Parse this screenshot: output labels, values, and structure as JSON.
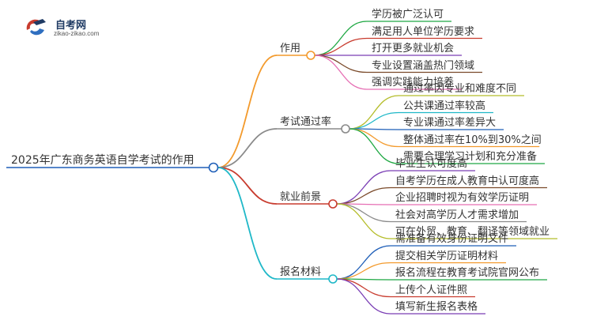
{
  "logo": {
    "title": "自考网",
    "subtitle": "zikao-zikao.com"
  },
  "mindmap": {
    "root": "2025年广东商务英语自学考试的作用",
    "branches": [
      {
        "label": "作用",
        "color": "#f39a2c",
        "children": [
          {
            "label": "学历被广泛认可",
            "color": "#1fa843"
          },
          {
            "label": "满足用人单位学历要求",
            "color": "#c83b2e"
          },
          {
            "label": "打开更多就业机会",
            "color": "#7b3fb5"
          },
          {
            "label": "专业设置涵盖热门领域",
            "color": "#7a4a2a"
          },
          {
            "label": "强调实践能力培养",
            "color": "#e66fb4"
          }
        ]
      },
      {
        "label": "考试通过率",
        "color": "#8a8a8a",
        "children": [
          {
            "label": "通过率因专业和难度不同",
            "color": "#b5bd2a"
          },
          {
            "label": "公共课通过率较高",
            "color": "#1fb8c8"
          },
          {
            "label": "专业课通过率差异大",
            "color": "#1f5fb8"
          },
          {
            "label": "整体通过率在10%到30%之间",
            "color": "#f39a2c"
          },
          {
            "label": "需要合理学习计划和充分准备",
            "color": "#1fa843"
          }
        ]
      },
      {
        "label": "就业前景",
        "color": "#c83b2e",
        "children": [
          {
            "label": "毕业生认可度高",
            "color": "#7b3fb5"
          },
          {
            "label": "自考学历在成人教育中认可度高",
            "color": "#7a4a2a"
          },
          {
            "label": "企业招聘时视为有效学历证明",
            "color": "#e66fb4"
          },
          {
            "label": "社会对高学历人才需求增加",
            "color": "#8a8a8a"
          },
          {
            "label": "可在外贸、教育、翻译等领域就业",
            "color": "#b5bd2a"
          }
        ]
      },
      {
        "label": "报名材料",
        "color": "#1fb8c8",
        "children": [
          {
            "label": "需准备有效身份证明文件",
            "color": "#1f5fb8"
          },
          {
            "label": "提交相关学历证明材料",
            "color": "#f39a2c"
          },
          {
            "label": "报名流程在教育考试院官网公布",
            "color": "#1fa843"
          },
          {
            "label": "上传个人证件照",
            "color": "#c83b2e"
          },
          {
            "label": "填写新生报名表格",
            "color": "#7b3fb5"
          }
        ]
      }
    ]
  }
}
